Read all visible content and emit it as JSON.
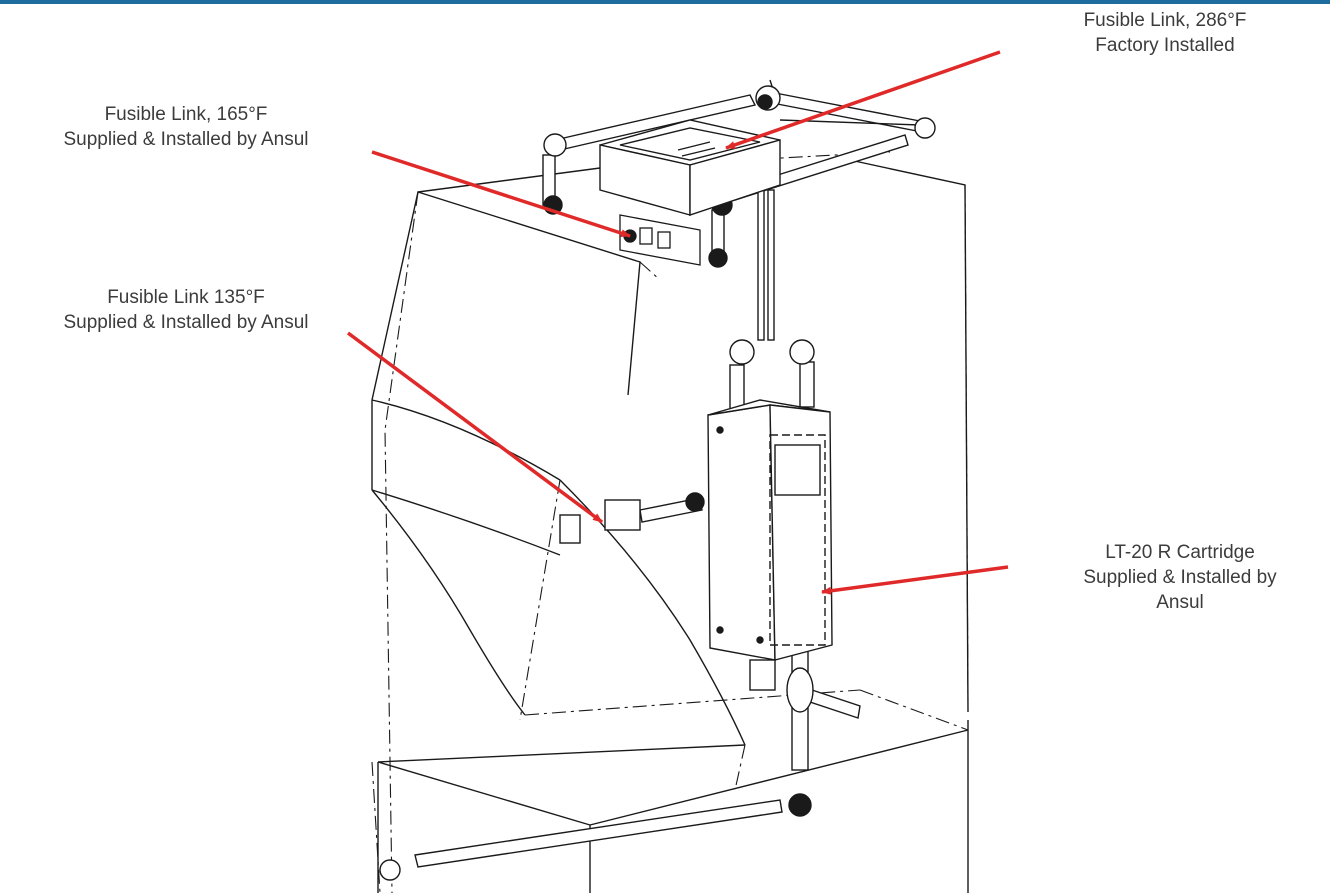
{
  "colors": {
    "rule": "#1f6c9e",
    "arrow": "#e02a2a",
    "line": "#1a1a1a"
  },
  "callouts": {
    "link_286": {
      "line1": "Fusible Link, 286°F",
      "line2": "Factory Installed"
    },
    "link_165": {
      "line1": "Fusible Link, 165°F",
      "line2": "Supplied & Installed by Ansul"
    },
    "link_135": {
      "line1": "Fusible Link 135°F",
      "line2": "Supplied & Installed by Ansul"
    },
    "cartridge": {
      "line1": "LT-20 R Cartridge",
      "line2": "Supplied & Installed by",
      "line3": "Ansul"
    }
  }
}
